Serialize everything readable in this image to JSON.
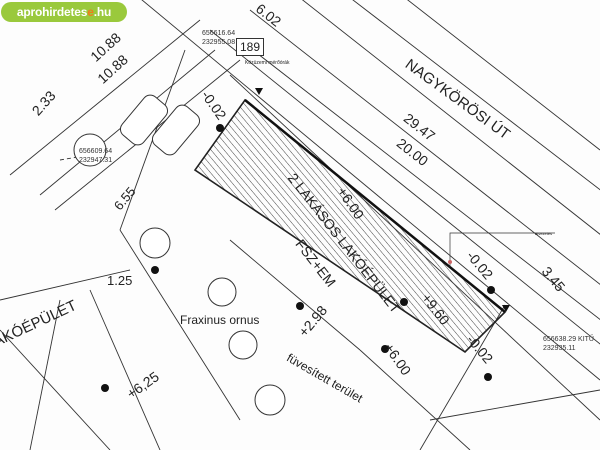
{
  "logo": {
    "prefix": "aprohirdetes",
    "accent": "e",
    "suffix": ".hu",
    "bg_color": "#9ac93c",
    "accent_color": "#f07b1a"
  },
  "street": "NAGYKÖRÖSI ÚT",
  "parcel_number": "189",
  "utility_label": "Közüzemi mérőórák",
  "building": {
    "name": "2 LAKÁSOS LAKÓÉPÜLET",
    "floors": "FSZ+EM"
  },
  "neighbor_building": "LAKÓÉPÜLET",
  "tree_label": "Fraxinus ornus",
  "lawn_label": "füvesített terület",
  "callout_label": "átvezetés",
  "coordinates": [
    {
      "x": "656616.64",
      "y": "232955.08"
    },
    {
      "x": "656609.64",
      "y": "232947.31"
    },
    {
      "x": "656638.29",
      "y": "232935.11"
    }
  ],
  "coord_suffix": "KITŰ",
  "dimensions": {
    "d602": "6.02",
    "d1088a": "10.88",
    "d1088b": "10.88",
    "d233": "2.33",
    "d2947": "29.47",
    "d2000": "20.00",
    "d655": "6.55",
    "d125": "1.25",
    "d345": "3.45"
  },
  "levels": {
    "l_top": "-0.02",
    "l_600a": "+6.00",
    "l_298": "+2.98",
    "l_960": "+9.60",
    "l_002a": "-0.02",
    "l_002b": "-0.02",
    "l_600b": "+6.00",
    "l_625": "+6,25"
  }
}
